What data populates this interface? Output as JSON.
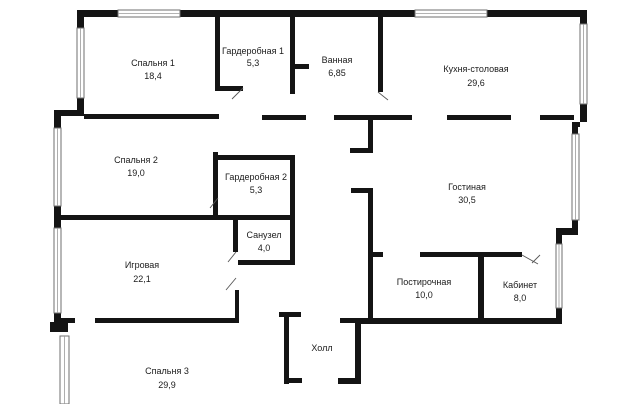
{
  "plan": {
    "rooms": [
      {
        "id": "bedroom-1",
        "name": "Спальня 1",
        "area": "18,4"
      },
      {
        "id": "wardrobe-1",
        "name": "Гардеробная 1",
        "area": "5,3"
      },
      {
        "id": "bathroom",
        "name": "Ванная",
        "area": "6,85"
      },
      {
        "id": "kitchen",
        "name": "Кухня-столовая",
        "area": "29,6"
      },
      {
        "id": "bedroom-2",
        "name": "Спальня 2",
        "area": "19,0"
      },
      {
        "id": "wardrobe-2",
        "name": "Гардеробная 2",
        "area": "5,3"
      },
      {
        "id": "living-room",
        "name": "Гостиная",
        "area": "30,5"
      },
      {
        "id": "wc",
        "name": "Санузел",
        "area": "4,0"
      },
      {
        "id": "playroom",
        "name": "Игровая",
        "area": "22,1"
      },
      {
        "id": "laundry",
        "name": "Постирочная",
        "area": "10,0"
      },
      {
        "id": "office",
        "name": "Кабинет",
        "area": "8,0"
      },
      {
        "id": "hall",
        "name": "Холл",
        "area": ""
      },
      {
        "id": "bedroom-3",
        "name": "Спальня 3",
        "area": "29,9"
      }
    ],
    "colors": {
      "wall": "#141414",
      "background": "#ffffff",
      "label": "#1b1b1b"
    }
  }
}
